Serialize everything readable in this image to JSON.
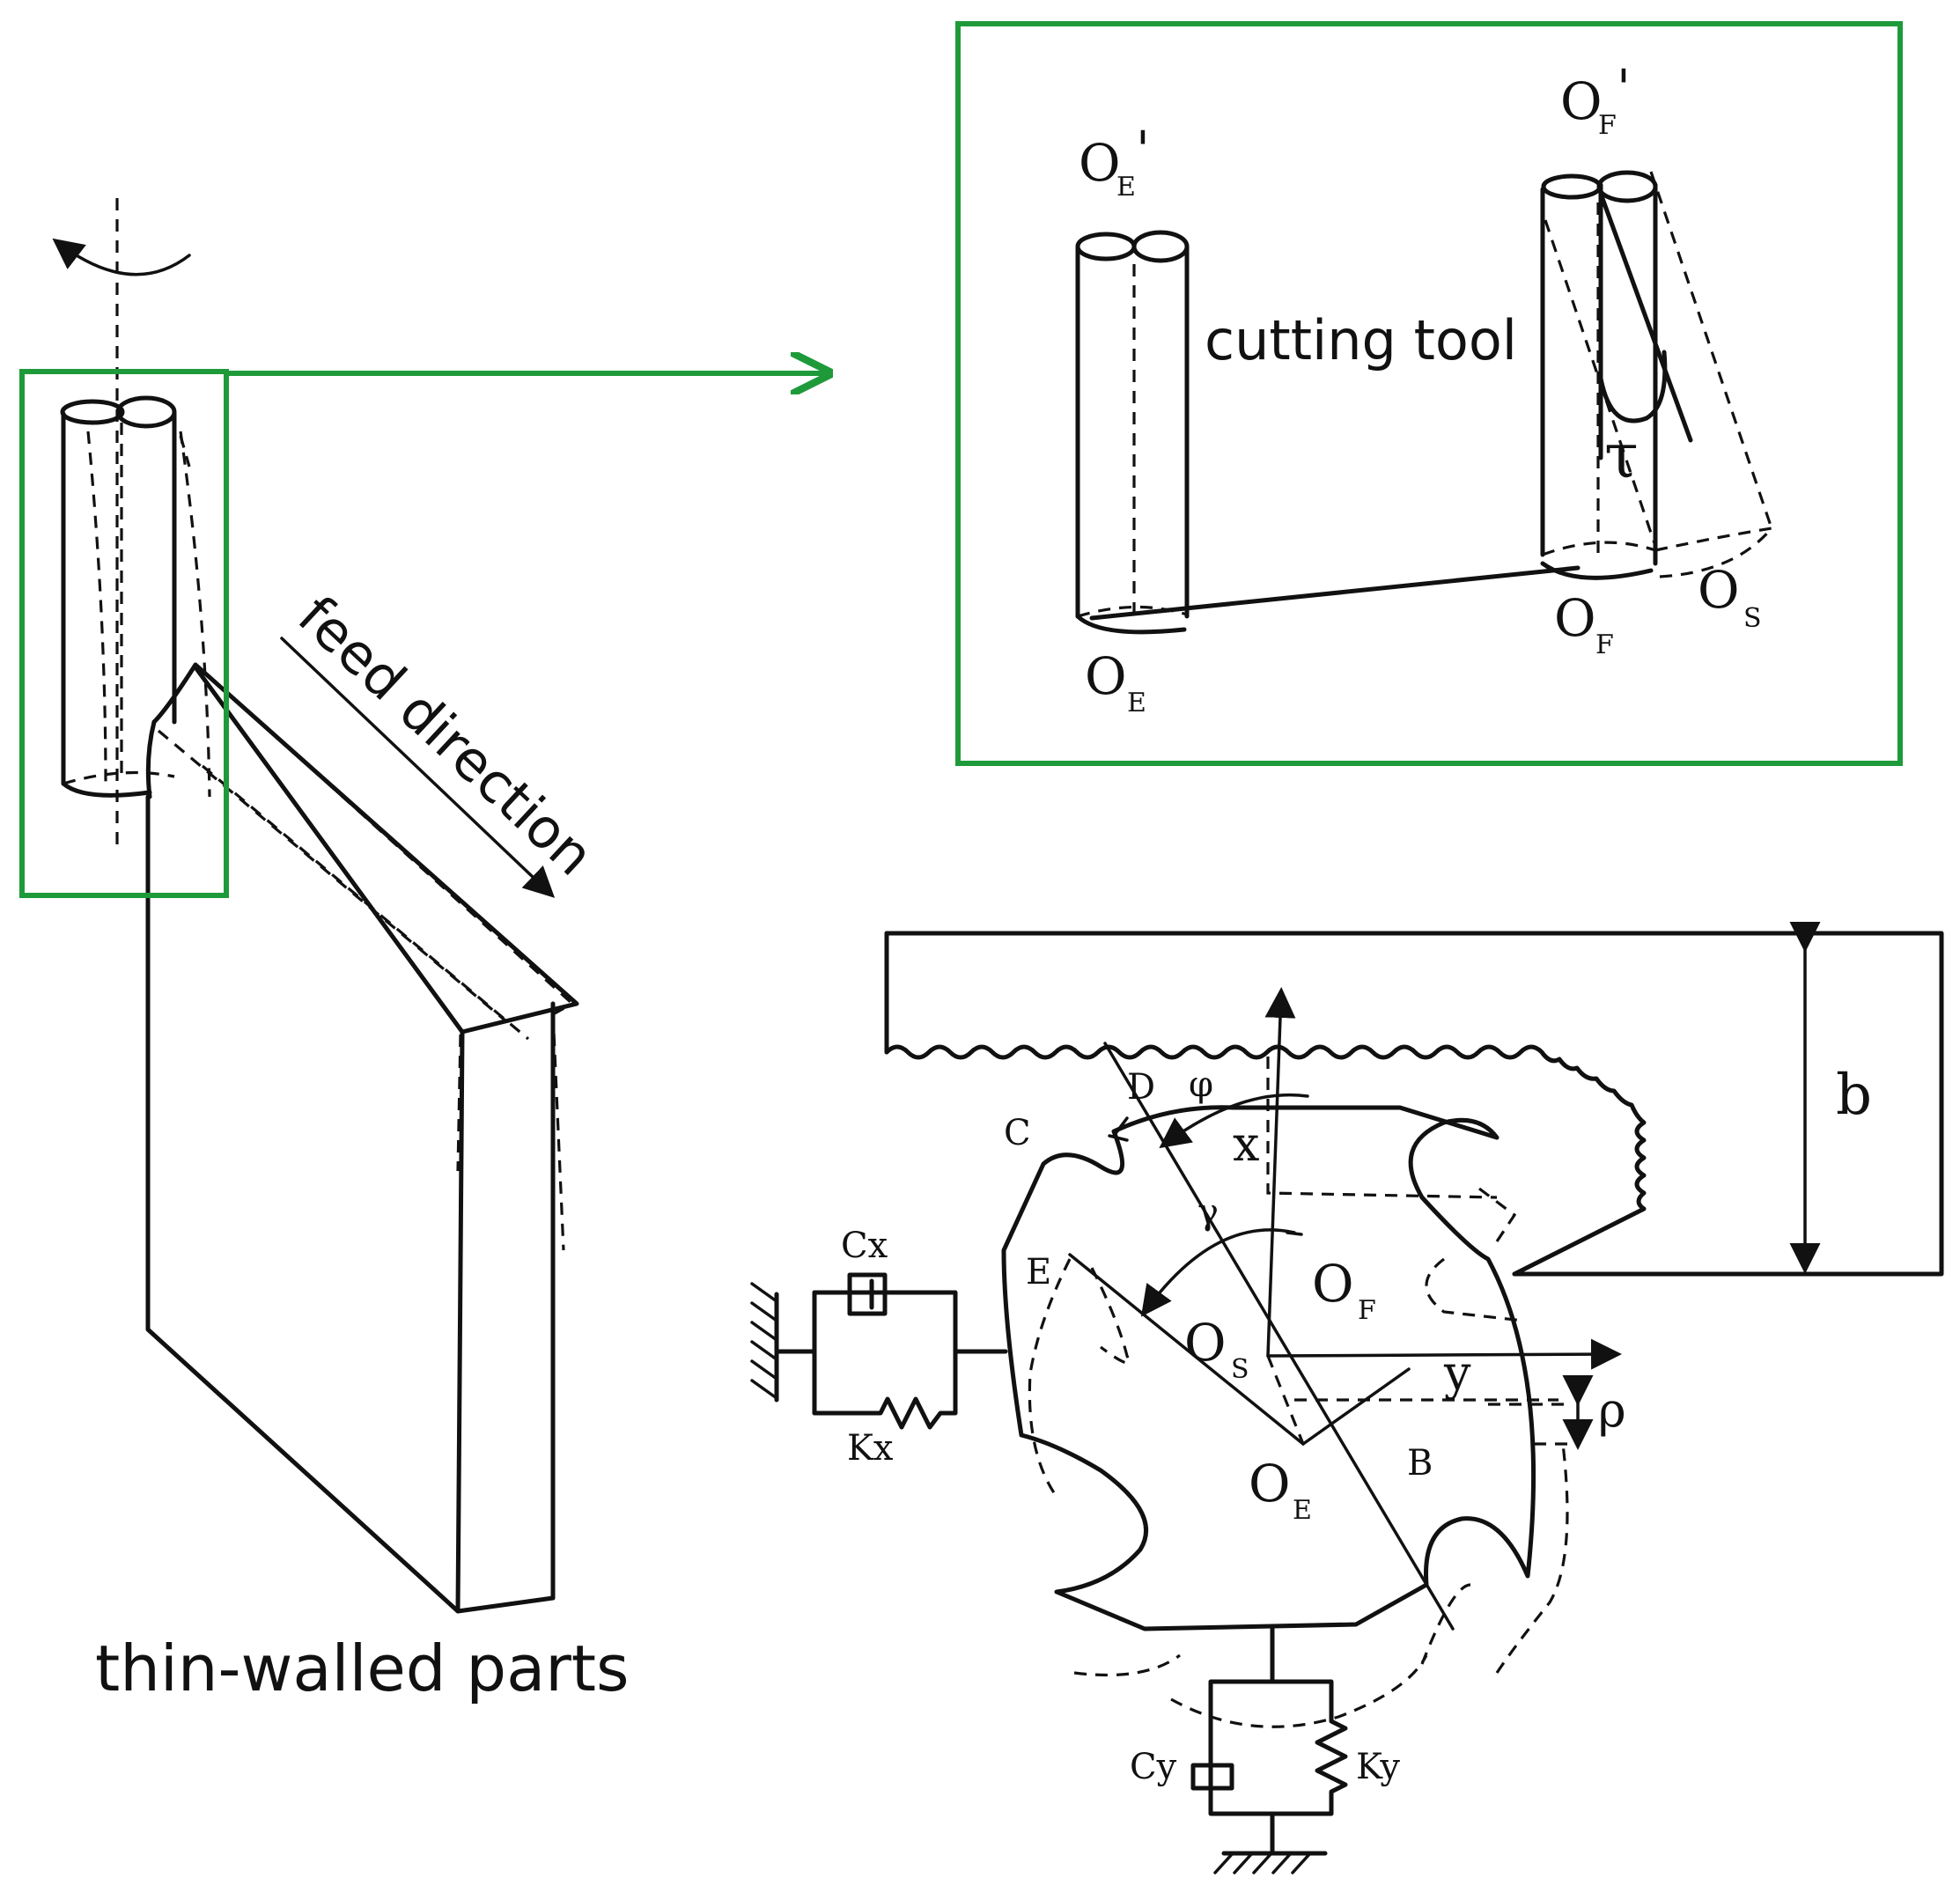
{
  "labels": {
    "cutting_tool": "cutting tool",
    "feed_direction": "feed direction",
    "thin_walled_parts": "thin-walled parts",
    "O": "O",
    "sub_E": "E",
    "sub_F": "F",
    "sub_S": "S",
    "prime": "'",
    "tau": "τ",
    "phi": "φ",
    "gamma": "γ",
    "rho": "ρ",
    "b": "b",
    "x": "x",
    "y": "y",
    "B": "B",
    "C": "C",
    "D": "D",
    "E": "E",
    "Cx": "Cx",
    "Kx": "Kx",
    "Cy": "Cy",
    "Ky": "Ky"
  },
  "colors": {
    "frame_green": "#1f9a3a",
    "ink": "#111111"
  }
}
